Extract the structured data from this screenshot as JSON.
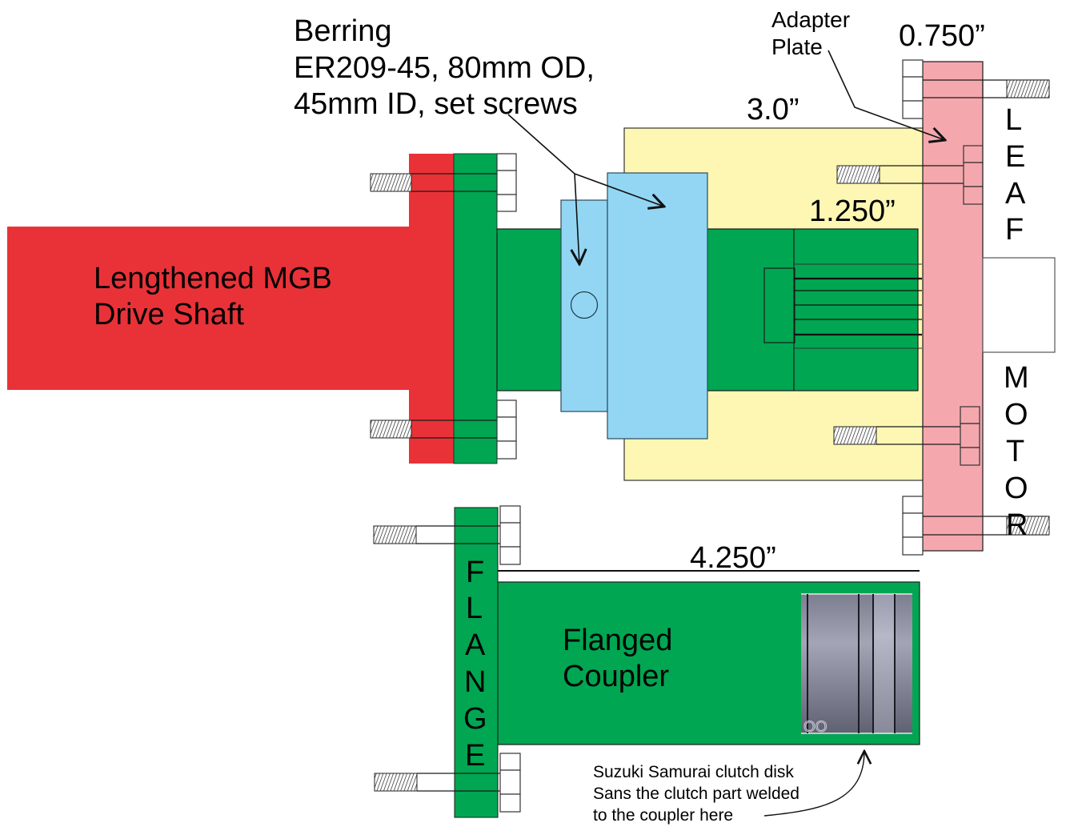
{
  "diagram": {
    "title": "Leaf motor to MGB drive shaft coupling assembly",
    "colors": {
      "drive_shaft": "#e93238",
      "flange_green": "#00a651",
      "bearing_blue": "#93d6f3",
      "housing_yellow": "#fef7b4",
      "adapter_plate_pink": "#f4a8ae",
      "clutch_disk_gray": "#8a8c9c"
    },
    "labels": {
      "drive_shaft_line1": "Lengthened MGB",
      "drive_shaft_line2": "Drive Shaft",
      "bearing_line1": "Berring",
      "bearing_line2": "ER209-45, 80mm OD,",
      "bearing_line3": "45mm ID, set screws",
      "adapter_line1": "Adapter",
      "adapter_line2": "Plate",
      "coupler_line1": "Flanged",
      "coupler_line2": "Coupler",
      "clutch_line1": "Suzuki Samurai clutch disk",
      "clutch_line2": "Sans the clutch part welded",
      "clutch_line3": "to the coupler here",
      "clutch_mark": "OO"
    },
    "vertical_labels": {
      "leaf": [
        "L",
        "E",
        "A",
        "F"
      ],
      "motor": [
        "M",
        "O",
        "T",
        "O",
        "R"
      ],
      "flange": [
        "F",
        "L",
        "A",
        "N",
        "G",
        "E"
      ]
    },
    "dimensions": {
      "housing_length": "3.0”",
      "adapter_thickness": "0.750”",
      "spline_length": "1.250”",
      "coupler_length": "4.250”"
    }
  }
}
